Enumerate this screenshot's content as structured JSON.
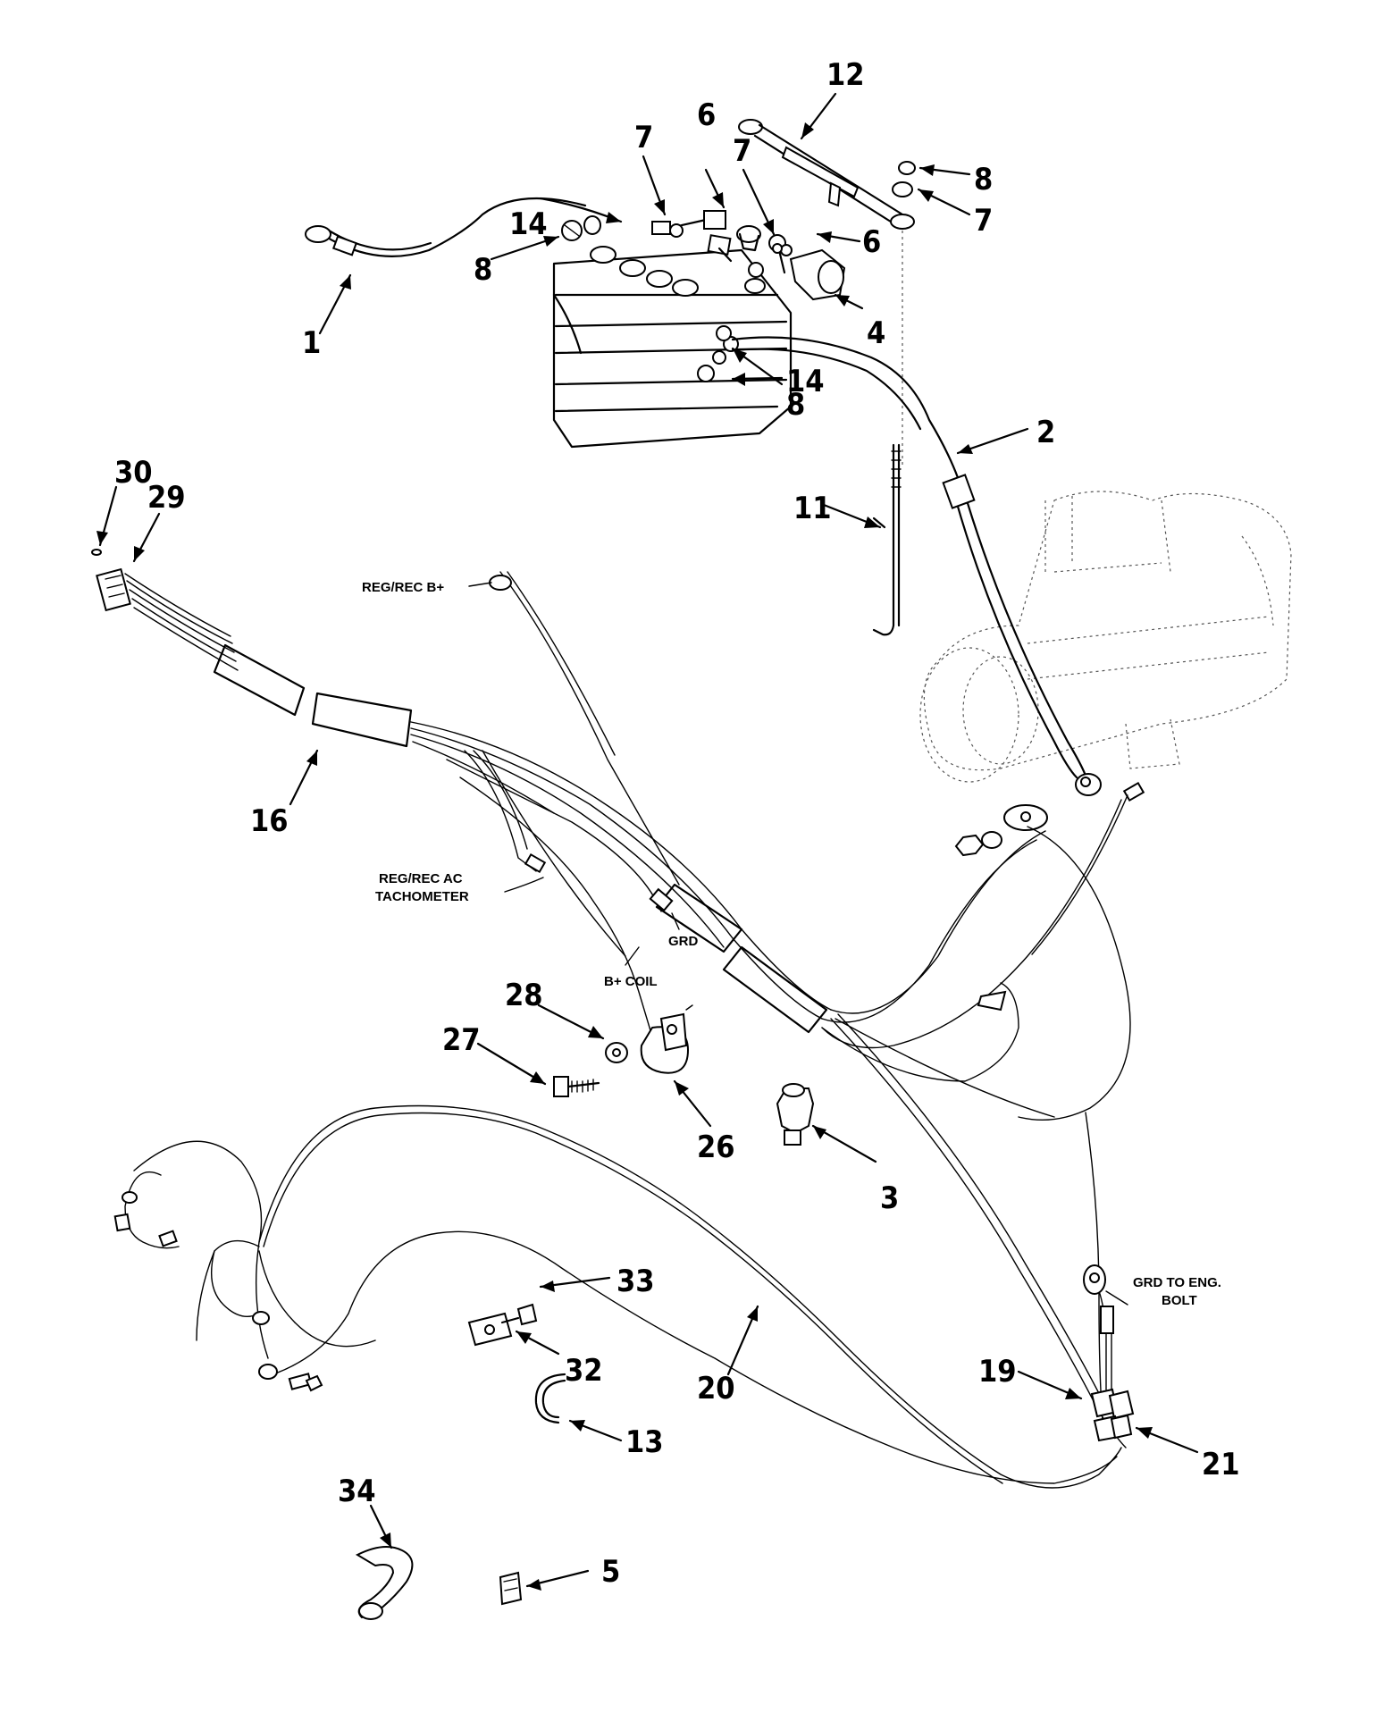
{
  "callouts": [
    "1",
    "2",
    "3",
    "4",
    "5",
    "6",
    "6",
    "7",
    "7",
    "7",
    "8",
    "8",
    "8",
    "11",
    "12",
    "13",
    "14",
    "14",
    "16",
    "19",
    "20",
    "21",
    "26",
    "27",
    "28",
    "29",
    "30",
    "32",
    "33",
    "34"
  ],
  "labels": {
    "reg_rec_b": "REG/REC B+",
    "reg_rec_ac_1": "REG/REC AC",
    "reg_rec_ac_2": "TACHOMETER",
    "grd": "GRD",
    "b_coil": "B+ COIL",
    "grd_eng_1": "GRD TO ENG.",
    "grd_eng_2": "BOLT"
  }
}
